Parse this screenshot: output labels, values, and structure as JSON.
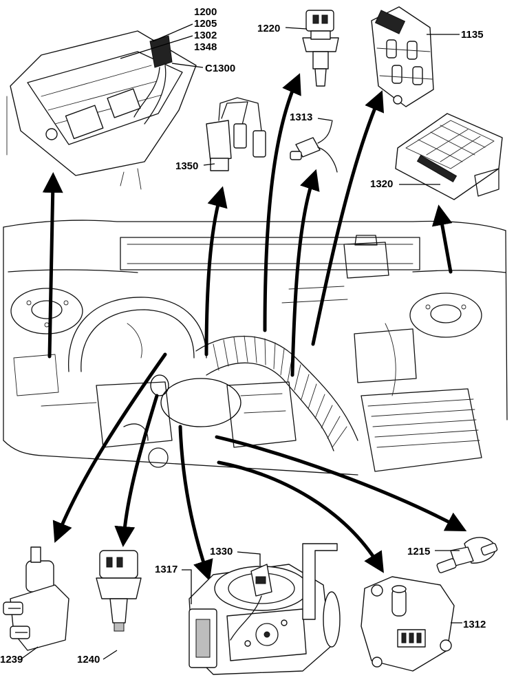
{
  "labels": {
    "l1200": "1200",
    "l1205": "1205",
    "l1302": "1302",
    "l1348": "1348",
    "lC1300": "C1300",
    "l1220": "1220",
    "l1135": "1135",
    "l1313": "1313",
    "l1350": "1350",
    "l1320": "1320",
    "l1330": "1330",
    "l1317": "1317",
    "l1215": "1215",
    "l1312": "1312",
    "l1239": "1239",
    "l1240": "1240"
  },
  "colors": {
    "ink": "#000000",
    "paper": "#ffffff",
    "fill_grey": "#bdbdbd"
  }
}
